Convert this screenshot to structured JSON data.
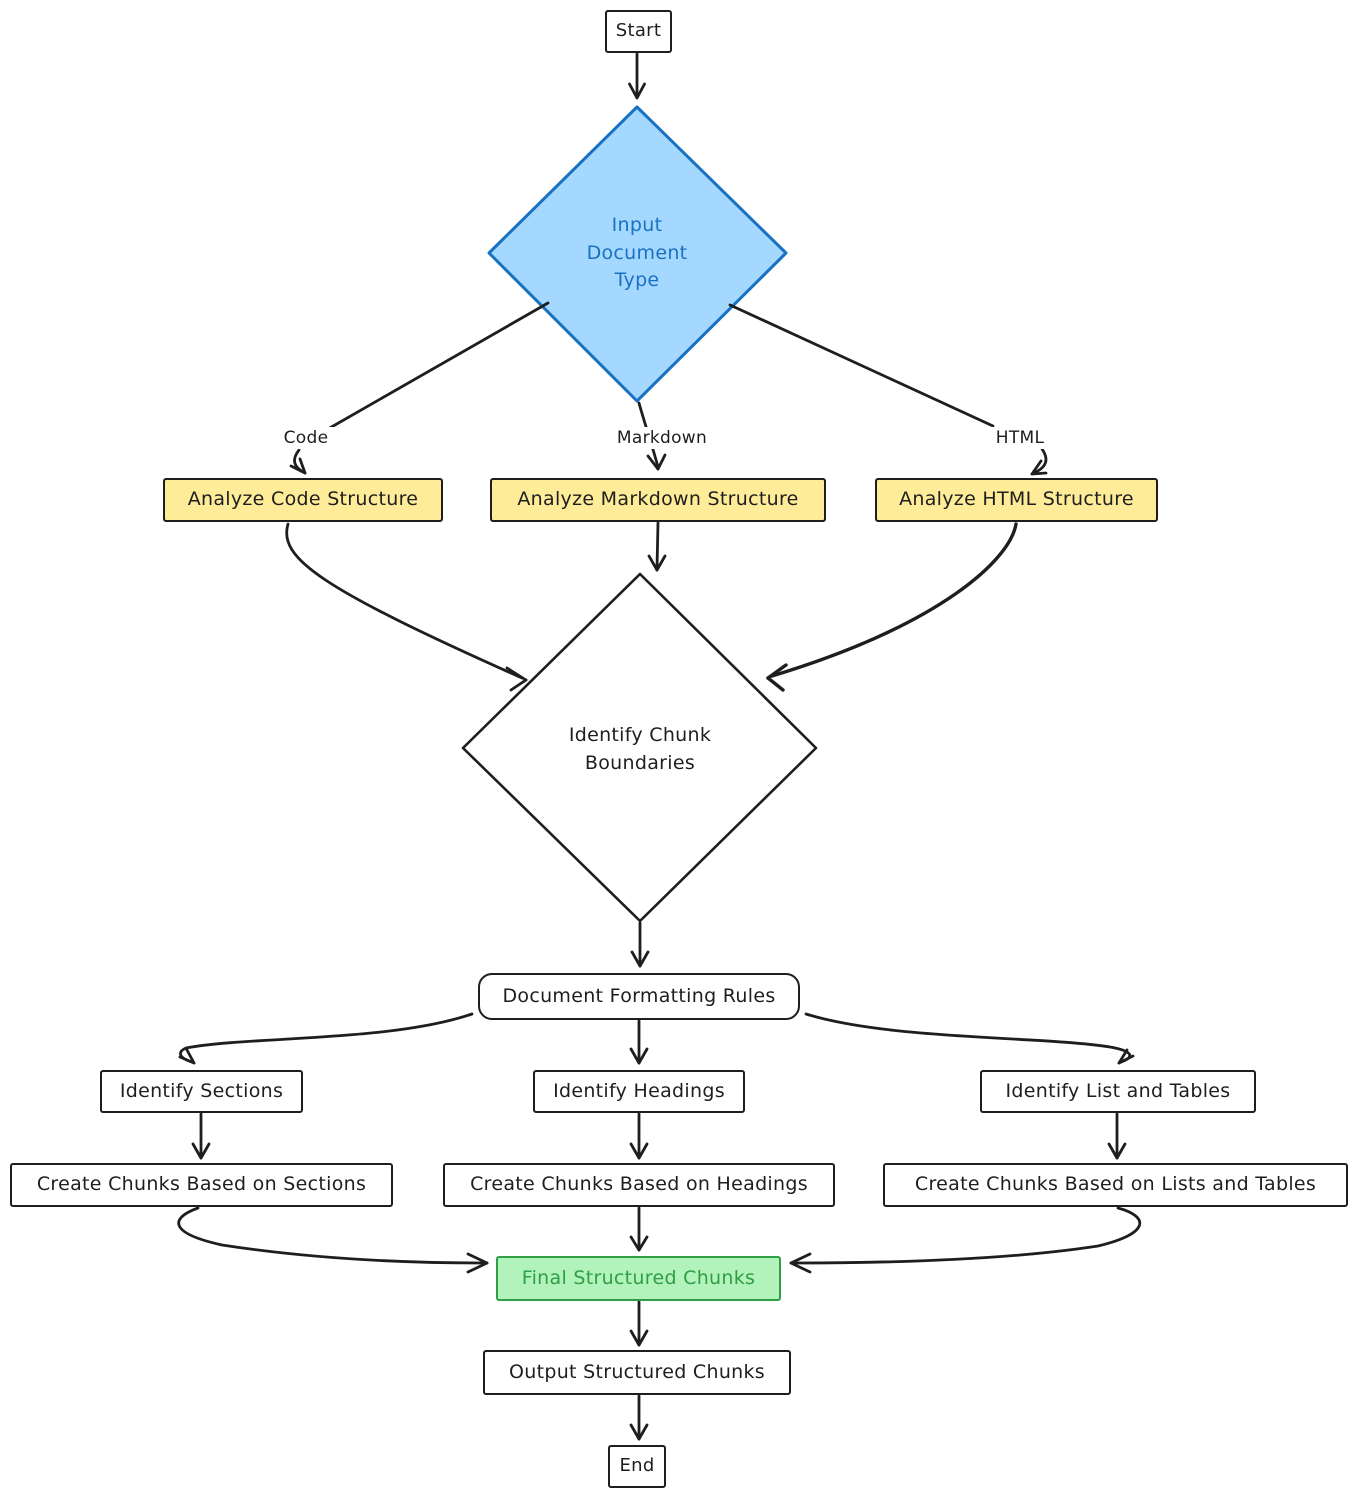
{
  "colors": {
    "background": "#ffffff",
    "default_stroke": "#1e1e1e",
    "decision_fill": "#a5d8ff",
    "decision_stroke": "#1971c2",
    "decision_text": "#1971c2",
    "analyze_fill": "#ffec99",
    "result_fill": "#b2f2bb",
    "result_stroke": "#2f9e44",
    "result_text": "#2f9e44"
  },
  "nodes": {
    "start": {
      "label": "Start",
      "type": "terminal"
    },
    "input_document_type": {
      "label": "Input Document Type",
      "type": "decision"
    },
    "analyze_code": {
      "label": "Analyze Code Structure",
      "type": "process"
    },
    "analyze_markdown": {
      "label": "Analyze Markdown Structure",
      "type": "process"
    },
    "analyze_html": {
      "label": "Analyze HTML Structure",
      "type": "process"
    },
    "identify_chunk_boundaries": {
      "label": "Identify Chunk Boundaries",
      "type": "decision"
    },
    "document_formatting_rules": {
      "label": "Document Formatting Rules",
      "type": "process"
    },
    "identify_sections": {
      "label": "Identify Sections",
      "type": "process"
    },
    "identify_headings": {
      "label": "Identify Headings",
      "type": "process"
    },
    "identify_list_tables": {
      "label": "Identify List and Tables",
      "type": "process"
    },
    "create_chunks_sections": {
      "label": "Create Chunks Based on Sections",
      "type": "process"
    },
    "create_chunks_headings": {
      "label": "Create Chunks Based on Headings",
      "type": "process"
    },
    "create_chunks_lists_tables": {
      "label": "Create Chunks Based on Lists and Tables",
      "type": "process"
    },
    "final_structured_chunks": {
      "label": "Final Structured Chunks",
      "type": "result"
    },
    "output_structured_chunks": {
      "label": "Output Structured Chunks",
      "type": "process"
    },
    "end": {
      "label": "End",
      "type": "terminal"
    }
  },
  "edge_labels": {
    "code": "Code",
    "markdown": "Markdown",
    "html": "HTML"
  },
  "edges": [
    {
      "from": "Start",
      "to": "Input Document Type",
      "label": ""
    },
    {
      "from": "Input Document Type",
      "to": "Analyze Code Structure",
      "label": "Code"
    },
    {
      "from": "Input Document Type",
      "to": "Analyze Markdown Structure",
      "label": "Markdown"
    },
    {
      "from": "Input Document Type",
      "to": "Analyze HTML Structure",
      "label": "HTML"
    },
    {
      "from": "Analyze Code Structure",
      "to": "Identify Chunk Boundaries",
      "label": ""
    },
    {
      "from": "Analyze Markdown Structure",
      "to": "Identify Chunk Boundaries",
      "label": ""
    },
    {
      "from": "Analyze HTML Structure",
      "to": "Identify Chunk Boundaries",
      "label": ""
    },
    {
      "from": "Identify Chunk Boundaries",
      "to": "Document Formatting Rules",
      "label": ""
    },
    {
      "from": "Document Formatting Rules",
      "to": "Identify Sections",
      "label": ""
    },
    {
      "from": "Document Formatting Rules",
      "to": "Identify Headings",
      "label": ""
    },
    {
      "from": "Document Formatting Rules",
      "to": "Identify List and Tables",
      "label": ""
    },
    {
      "from": "Identify Sections",
      "to": "Create Chunks Based on Sections",
      "label": ""
    },
    {
      "from": "Identify Headings",
      "to": "Create Chunks Based on Headings",
      "label": ""
    },
    {
      "from": "Identify List and Tables",
      "to": "Create Chunks Based on Lists and Tables",
      "label": ""
    },
    {
      "from": "Create Chunks Based on Sections",
      "to": "Final Structured Chunks",
      "label": ""
    },
    {
      "from": "Create Chunks Based on Headings",
      "to": "Final Structured Chunks",
      "label": ""
    },
    {
      "from": "Create Chunks Based on Lists and Tables",
      "to": "Final Structured Chunks",
      "label": ""
    },
    {
      "from": "Final Structured Chunks",
      "to": "Output Structured Chunks",
      "label": ""
    },
    {
      "from": "Output Structured Chunks",
      "to": "End",
      "label": ""
    }
  ]
}
